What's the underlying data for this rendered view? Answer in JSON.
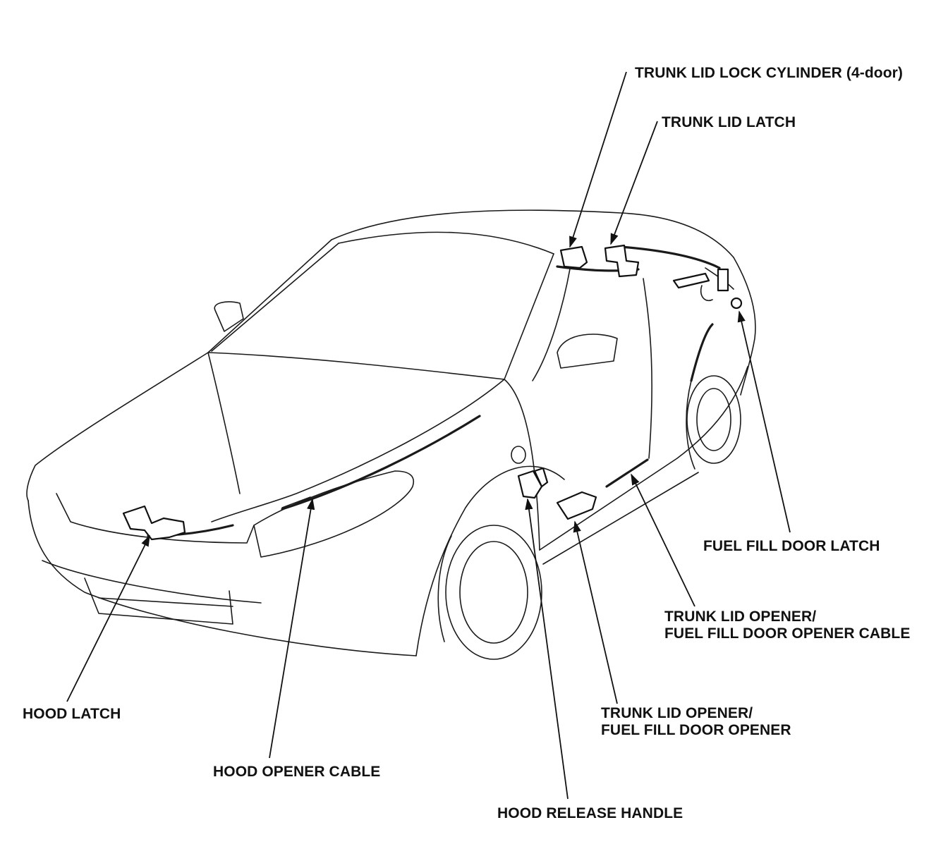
{
  "labels": {
    "trunk_lid_lock_cylinder": "TRUNK LID LOCK CYLINDER (4-door)",
    "trunk_lid_latch": "TRUNK LID LATCH",
    "fuel_fill_door_latch": "FUEL FILL DOOR LATCH",
    "opener_cable_line1": "TRUNK LID OPENER/",
    "opener_cable_line2": "FUEL FILL DOOR OPENER CABLE",
    "opener_line1": "TRUNK LID OPENER/",
    "opener_line2": "FUEL FILL DOOR OPENER",
    "hood_latch": "HOOD LATCH",
    "hood_opener_cable": "HOOD OPENER CABLE",
    "hood_release_handle": "HOOD RELEASE HANDLE"
  }
}
